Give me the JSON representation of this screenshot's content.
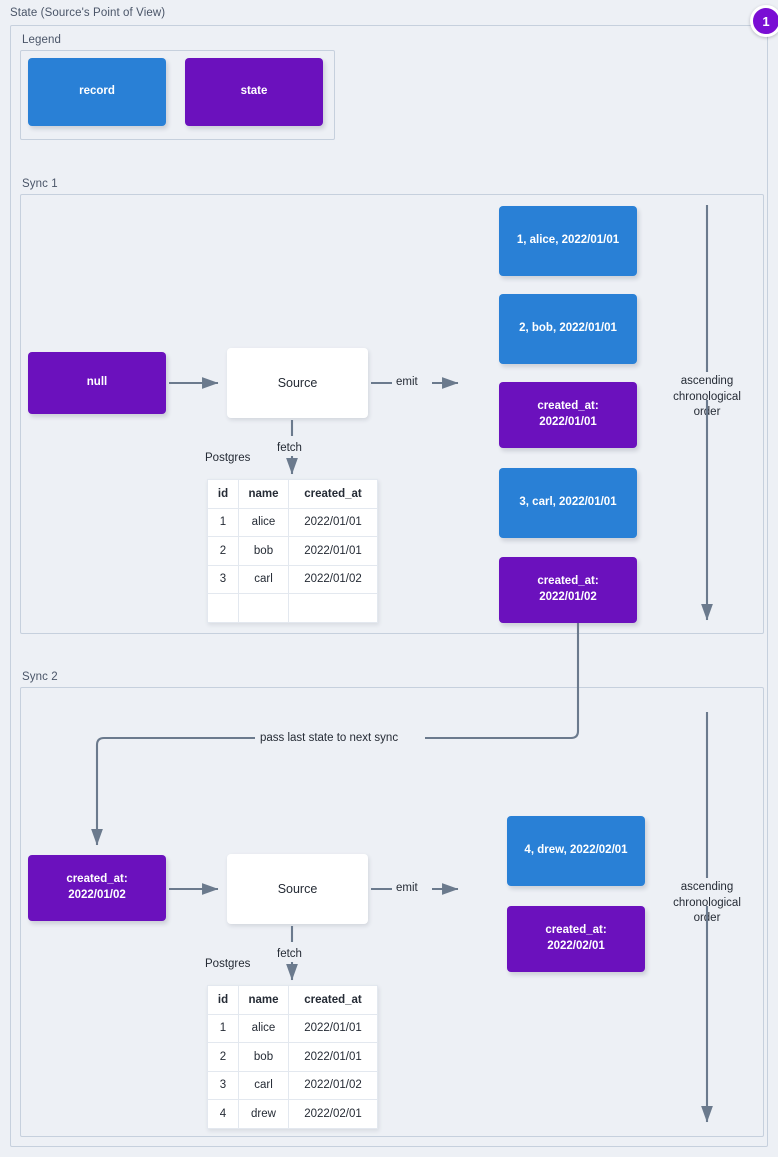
{
  "diagram": {
    "title": "State (Source's Point of View)",
    "badge": "1"
  },
  "legend": {
    "title": "Legend",
    "items": [
      {
        "label": "record",
        "kind": "record",
        "color": "#2980d6"
      },
      {
        "label": "state",
        "kind": "state",
        "color": "#6b11bd"
      }
    ]
  },
  "sync1": {
    "title": "Sync 1",
    "state_in": "null",
    "source": "Source",
    "fetch_label": "fetch",
    "db_label": "Postgres",
    "emit_label": "emit",
    "order_label": "ascending\nchronological\norder",
    "table": {
      "columns": [
        "id",
        "name",
        "created_at"
      ],
      "rows": [
        [
          "1",
          "alice",
          "2022/01/01"
        ],
        [
          "2",
          "bob",
          "2022/01/01"
        ],
        [
          "3",
          "carl",
          "2022/01/02"
        ],
        [
          "",
          "",
          ""
        ]
      ]
    },
    "emitted": [
      {
        "kind": "record",
        "text": "1, alice, 2022/01/01"
      },
      {
        "kind": "record",
        "text": "2, bob, 2022/01/01"
      },
      {
        "kind": "state",
        "text": "created_at:\n2022/01/01"
      },
      {
        "kind": "record",
        "text": "3, carl, 2022/01/01"
      },
      {
        "kind": "state",
        "text": "created_at:\n2022/01/02"
      }
    ]
  },
  "sync2": {
    "title": "Sync 2",
    "pass_label": "pass last state to next sync",
    "state_in": "created_at:\n2022/01/02",
    "source": "Source",
    "fetch_label": "fetch",
    "db_label": "Postgres",
    "emit_label": "emit",
    "order_label": "ascending\nchronological\norder",
    "table": {
      "columns": [
        "id",
        "name",
        "created_at"
      ],
      "rows": [
        [
          "1",
          "alice",
          "2022/01/01"
        ],
        [
          "2",
          "bob",
          "2022/01/01"
        ],
        [
          "3",
          "carl",
          "2022/01/02"
        ],
        [
          "4",
          "drew",
          "2022/02/01"
        ]
      ]
    },
    "emitted": [
      {
        "kind": "record",
        "text": "4, drew, 2022/02/01"
      },
      {
        "kind": "state",
        "text": "created_at:\n2022/02/01"
      }
    ]
  }
}
